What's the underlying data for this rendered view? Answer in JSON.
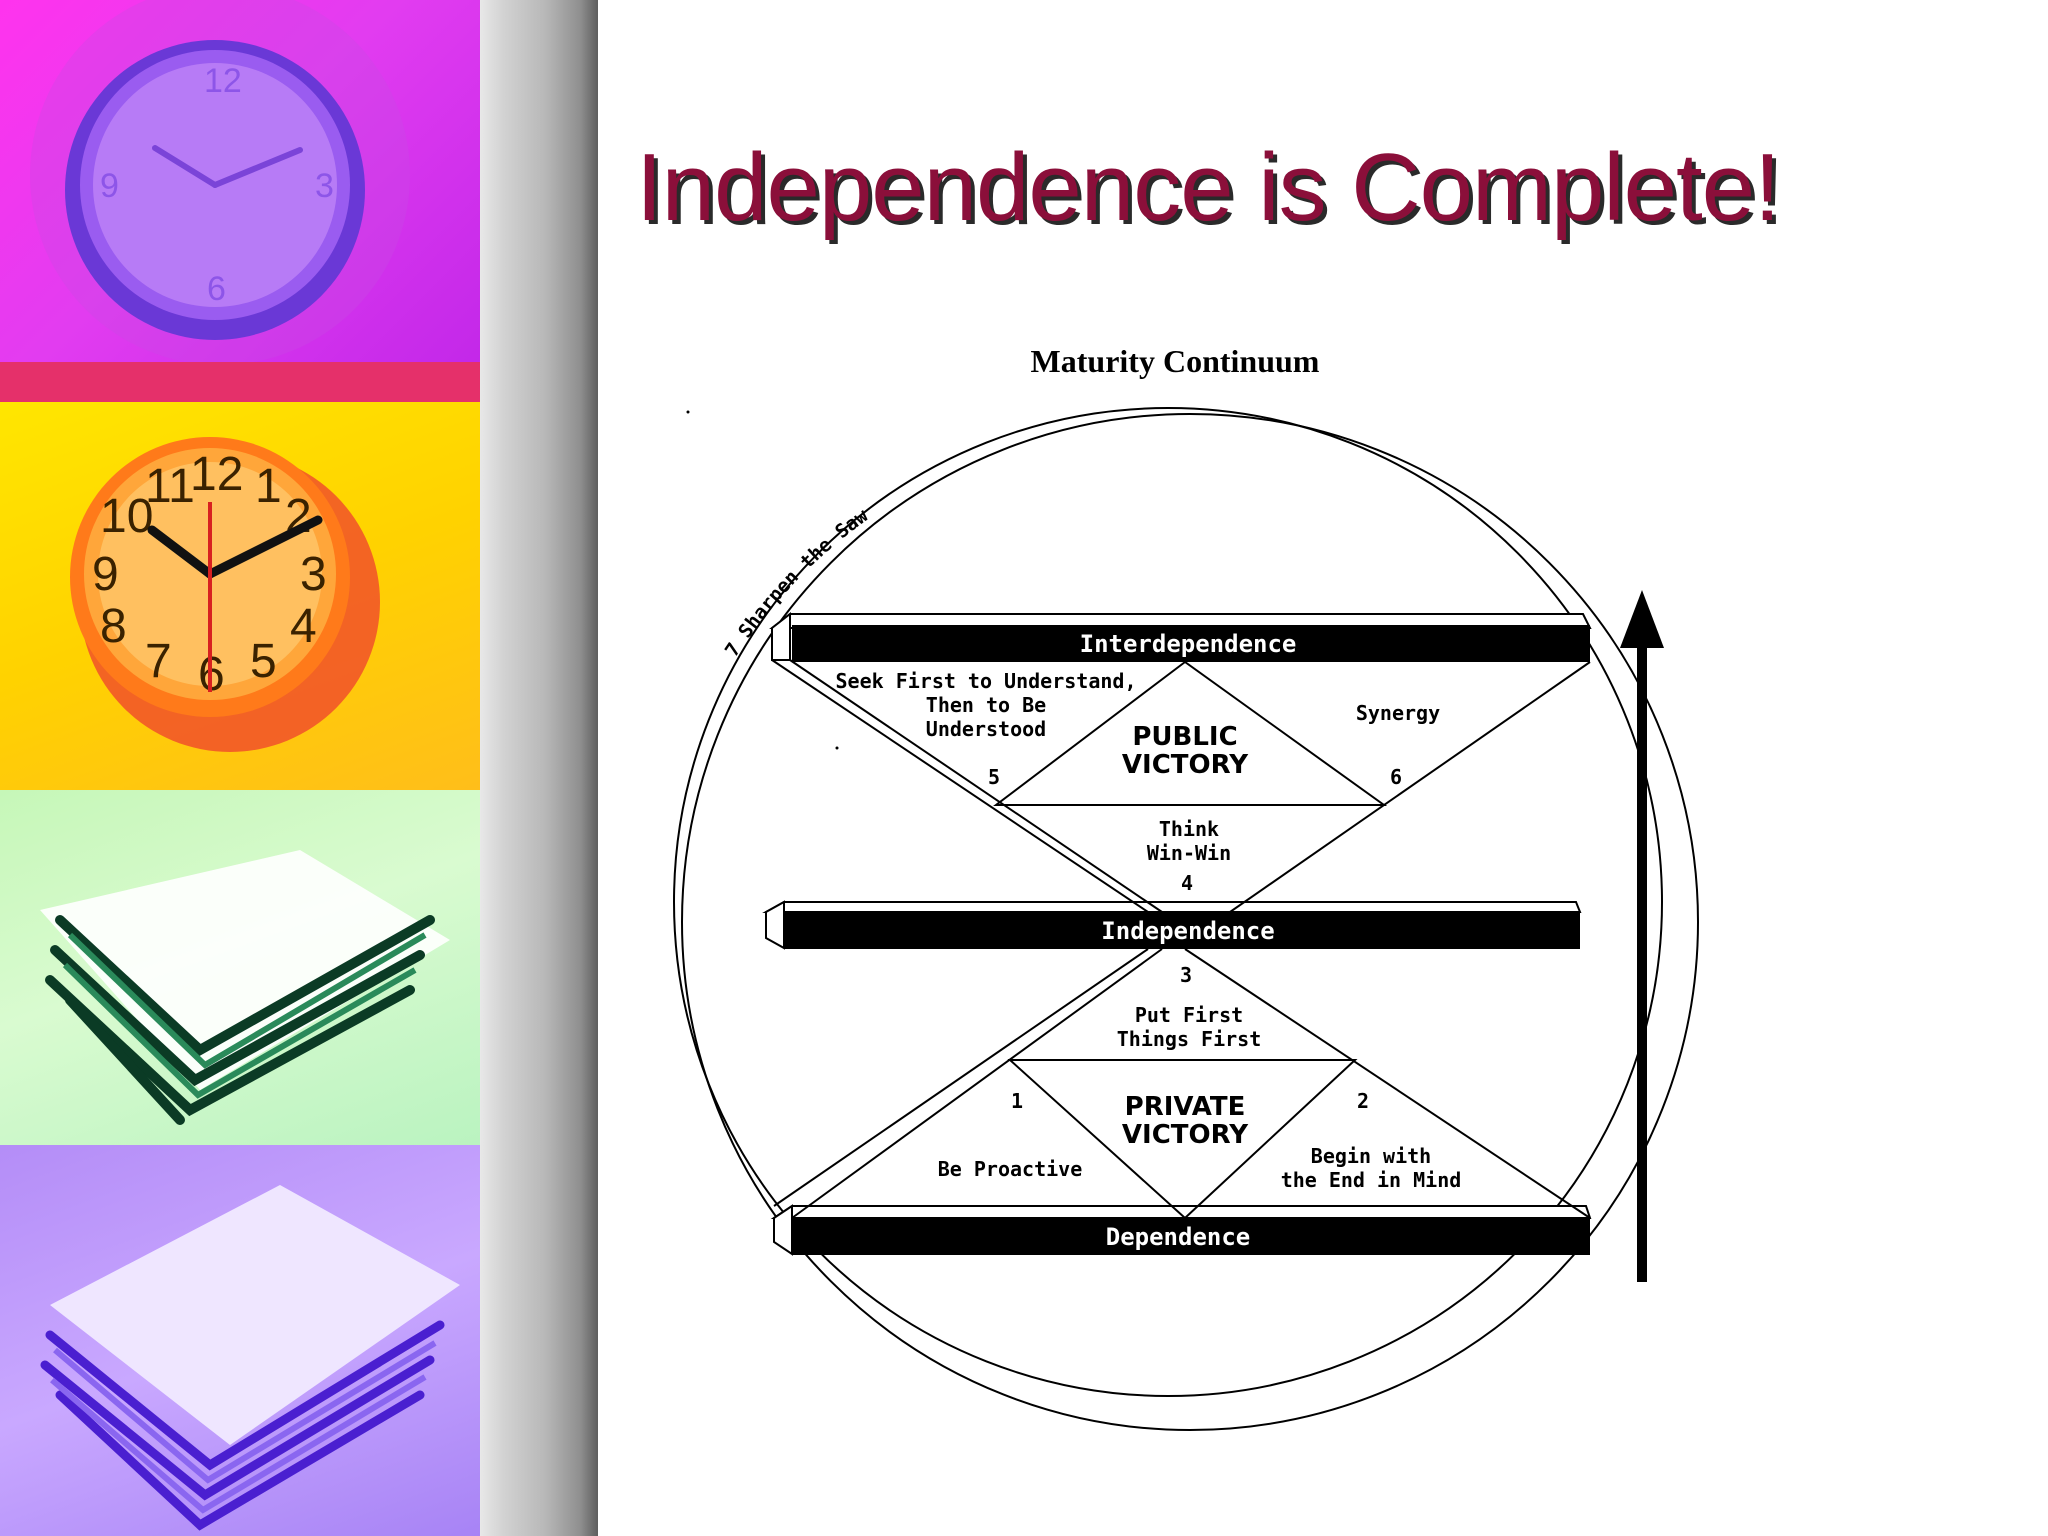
{
  "slide": {
    "title": "Independence is Complete!"
  },
  "diagram": {
    "heading": "Maturity Continuum",
    "arc_label": "7 Sharpen the Saw",
    "levels": {
      "interdependence": "Interdependence",
      "independence": "Independence",
      "dependence": "Dependence"
    },
    "victories": {
      "public": [
        "PUBLIC",
        "VICTORY"
      ],
      "private": [
        "PRIVATE",
        "VICTORY"
      ]
    },
    "habits": {
      "h1": {
        "number": "1",
        "text": [
          "Be Proactive"
        ]
      },
      "h2": {
        "number": "2",
        "text": [
          "Begin with",
          "the End in Mind"
        ]
      },
      "h3": {
        "number": "3",
        "text": [
          "Put First",
          "Things First"
        ]
      },
      "h4": {
        "number": "4",
        "text": [
          "Think",
          "Win-Win"
        ]
      },
      "h5": {
        "number": "5",
        "text": [
          "Seek First to Understand,",
          "Then to Be",
          "Understood"
        ]
      },
      "h6": {
        "number": "6",
        "text": [
          "Synergy"
        ]
      }
    }
  },
  "colors": {
    "title": "#8b0f3a",
    "title_shadow": "#2a2a2a",
    "band": "#000000",
    "band_text": "#ffffff",
    "line": "#000000"
  },
  "icons": [
    "clock-icon-magenta",
    "clock-icon-orange",
    "papers-icon-green",
    "papers-icon-purple",
    "up-arrow-icon"
  ]
}
